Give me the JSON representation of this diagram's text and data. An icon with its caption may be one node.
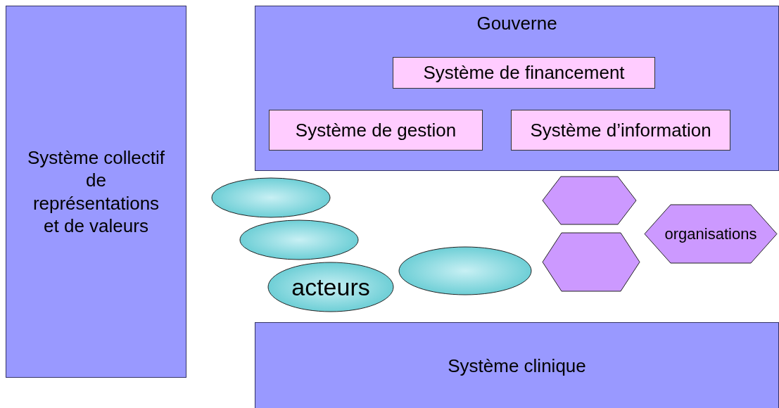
{
  "diagram": {
    "nodes": [
      {
        "text": [
          "Système collectif de représentations et de valeurs"
        ]
      },
      {
        "text": [
          "Gouverne"
        ]
      },
      {
        "text": [
          "Système de financement"
        ],
        "in": 1
      },
      {
        "text": [
          "Système de gestion"
        ],
        "in": 1
      },
      {
        "text": [
          "Système d’information"
        ],
        "in": 1
      },
      {
        "text": [],
        "shape": "ellipse"
      },
      {
        "text": [],
        "shape": "ellipse"
      },
      {
        "text": [
          "acteurs"
        ]
      },
      {
        "text": [],
        "shape": "ellipse"
      },
      {
        "text": [],
        "shape": "hexagon"
      },
      {
        "text": [
          "organisations"
        ]
      },
      {
        "text": [],
        "shape": "hexagon"
      },
      {
        "text": [
          "Système clinique"
        ]
      }
    ]
  }
}
